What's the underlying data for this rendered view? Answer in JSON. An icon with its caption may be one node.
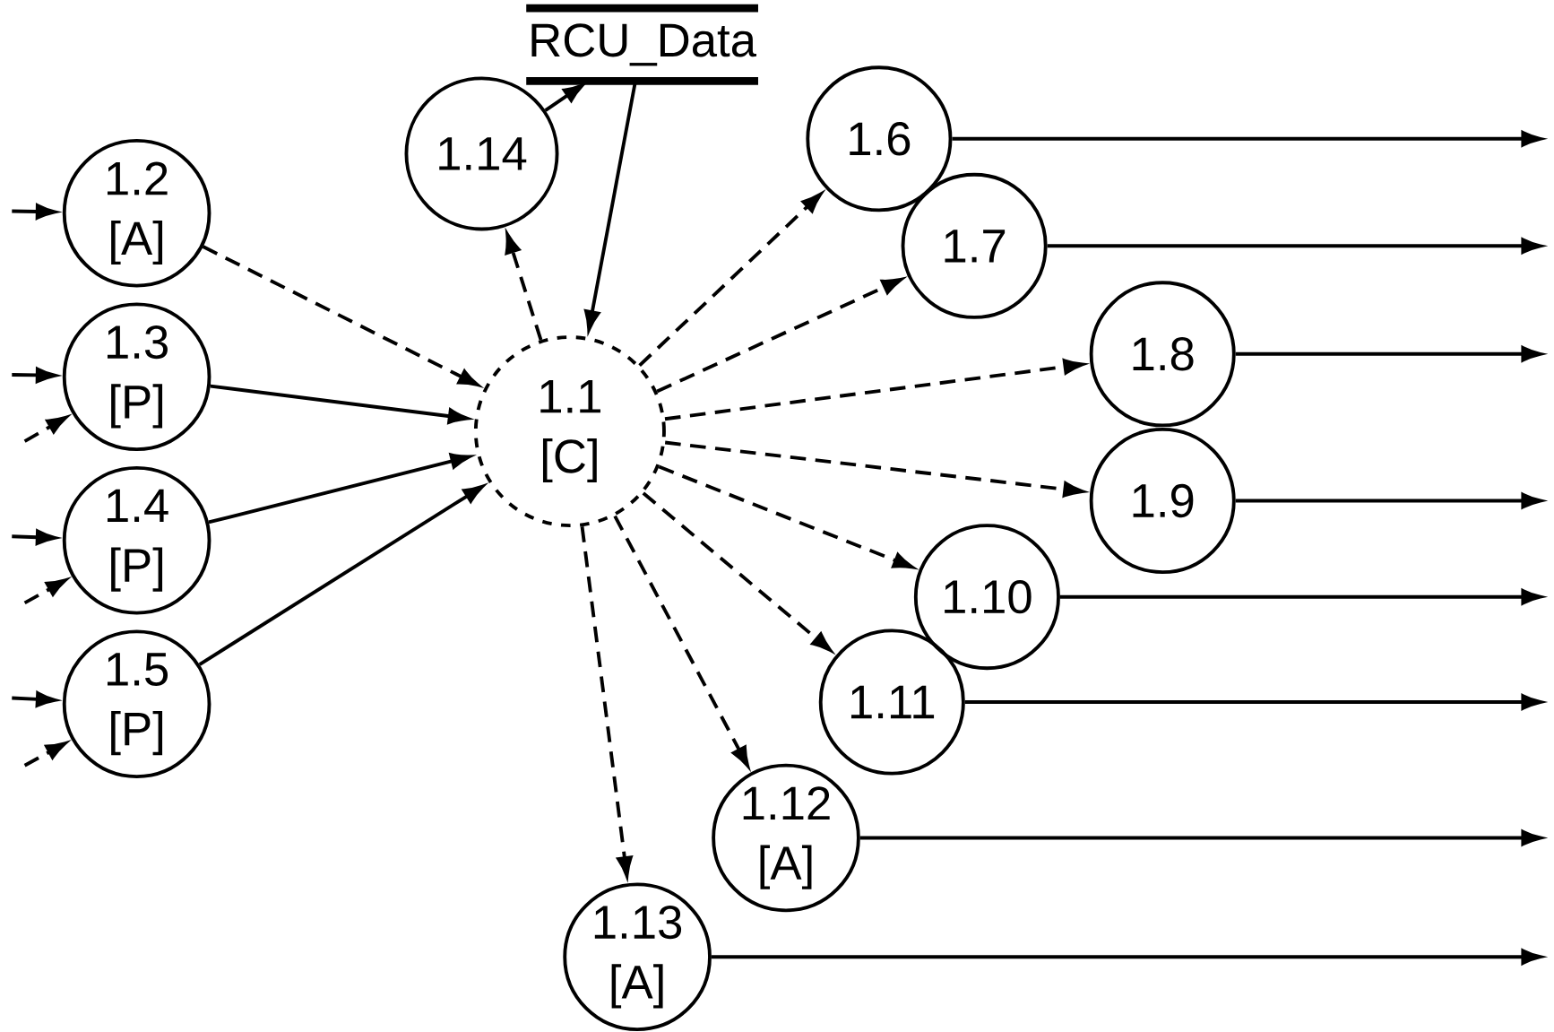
{
  "diagram": {
    "nodes": [
      {
        "text": [
          "1.1 [C]"
        ]
      },
      {
        "text": [
          "1.2 [A]"
        ]
      },
      {
        "text": [
          "1.3 [P]"
        ]
      },
      {
        "text": [
          "1.4 [P]"
        ]
      },
      {
        "text": [
          "1.5 [P]"
        ]
      },
      {
        "text": [
          "1.6"
        ]
      },
      {
        "text": [
          "1.7"
        ]
      },
      {
        "text": [
          "1.8"
        ]
      },
      {
        "text": [
          "1.9"
        ]
      },
      {
        "text": [
          "1.10"
        ]
      },
      {
        "text": [
          "1.11"
        ]
      },
      {
        "text": [
          "1.12 [A]"
        ]
      },
      {
        "text": [
          "1.13 [A]"
        ]
      },
      {
        "text": [
          "1.14"
        ]
      },
      {
        "text": [
          "RCU_Data"
        ]
      }
    ],
    "edges": [
      {
        "from": null,
        "to": 1,
        "arrow": "to"
      },
      {
        "from": null,
        "to": 2,
        "arrow": "to"
      },
      {
        "from": null,
        "to": 2,
        "arrow": "to",
        "style": "dashed"
      },
      {
        "from": null,
        "to": 3,
        "arrow": "to"
      },
      {
        "from": null,
        "to": 3,
        "arrow": "to",
        "style": "dashed"
      },
      {
        "from": null,
        "to": 4,
        "arrow": "to"
      },
      {
        "from": null,
        "to": 4,
        "arrow": "to",
        "style": "dashed"
      },
      {
        "from": 1,
        "to": 0,
        "arrow": "to",
        "style": "dashed"
      },
      {
        "from": 2,
        "to": 0,
        "arrow": "to"
      },
      {
        "from": 3,
        "to": 0,
        "arrow": "to"
      },
      {
        "from": 4,
        "to": 0,
        "arrow": "to"
      },
      {
        "from": 0,
        "to": 13,
        "arrow": "to",
        "style": "dashed"
      },
      {
        "from": 13,
        "to": 14,
        "arrow": "to"
      },
      {
        "from": 14,
        "to": 0,
        "arrow": "to"
      },
      {
        "from": 0,
        "to": 5,
        "arrow": "to",
        "style": "dashed"
      },
      {
        "from": 0,
        "to": 6,
        "arrow": "to",
        "style": "dashed"
      },
      {
        "from": 0,
        "to": 7,
        "arrow": "to",
        "style": "dashed"
      },
      {
        "from": 0,
        "to": 8,
        "arrow": "to",
        "style": "dashed"
      },
      {
        "from": 0,
        "to": 9,
        "arrow": "to",
        "style": "dashed"
      },
      {
        "from": 0,
        "to": 10,
        "arrow": "to",
        "style": "dashed"
      },
      {
        "from": 0,
        "to": 11,
        "arrow": "to",
        "style": "dashed"
      },
      {
        "from": 0,
        "to": 12,
        "arrow": "to",
        "style": "dashed"
      },
      {
        "from": 5,
        "to": null,
        "arrow": "to"
      },
      {
        "from": 6,
        "to": null,
        "arrow": "to"
      },
      {
        "from": 7,
        "to": null,
        "arrow": "to"
      },
      {
        "from": 8,
        "to": null,
        "arrow": "to"
      },
      {
        "from": 9,
        "to": null,
        "arrow": "to"
      },
      {
        "from": 10,
        "to": null,
        "arrow": "to"
      },
      {
        "from": 11,
        "to": null,
        "arrow": "to"
      },
      {
        "from": 12,
        "to": null,
        "arrow": "to"
      }
    ]
  }
}
